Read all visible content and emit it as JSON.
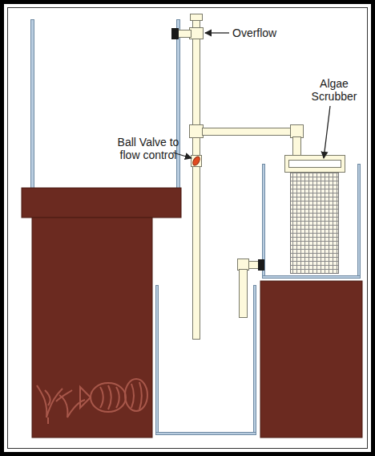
{
  "diagram": {
    "labels": [
      "Overflow",
      "Ball Valve to flow control",
      "Algae Scrubber"
    ]
  }
}
